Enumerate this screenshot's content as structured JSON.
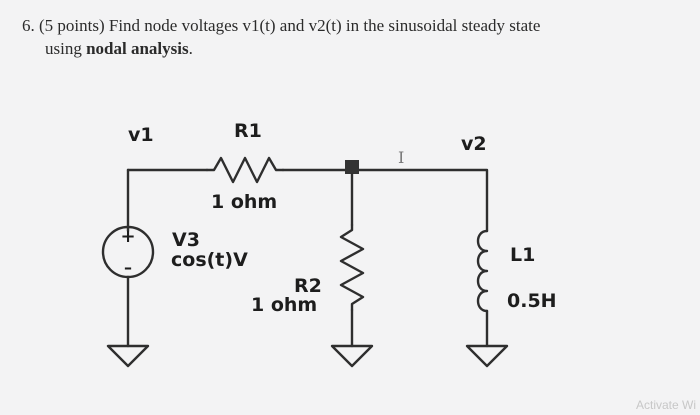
{
  "question": {
    "number": "6.",
    "line1_pre": "(5 points) Find node voltages v1(t) and v2(t) in the sinusoidal steady state",
    "line2_pre": "using ",
    "line2_bold": "nodal analysis",
    "line2_post": "."
  },
  "circuit": {
    "node_v1": "v1",
    "node_v2": "v2",
    "r1_name": "R1",
    "r1_value": "1 ohm",
    "source_name": "V3",
    "source_value": "cos(t)V",
    "source_plus": "+",
    "source_minus": "–",
    "r2_name": "R2",
    "r2_value": "1 ohm",
    "l1_name": "L1",
    "l1_value": "0.5H",
    "cursor_glyph": "I"
  },
  "watermark": "Activate Wi"
}
